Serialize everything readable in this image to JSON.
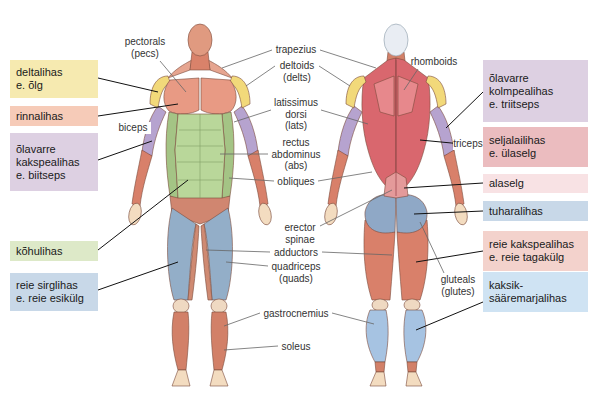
{
  "diagram": {
    "nodes": [
      {
        "text": [
          "deltalihas e. õlg"
        ]
      },
      {
        "text": [
          "rinnalihas"
        ]
      },
      {
        "text": [
          "õlavarre kakspealihas e. biitseps"
        ]
      },
      {
        "text": [
          "kõhulihas"
        ]
      },
      {
        "text": [
          "reie sirglihas e. reie esikülg"
        ]
      },
      {
        "text": [
          "õlavarre kolmpealihas e. triitseps"
        ]
      },
      {
        "text": [
          "seljalailihas e. ülaselg"
        ]
      },
      {
        "text": [
          "alaselg"
        ]
      },
      {
        "text": [
          "tuharalihas"
        ]
      },
      {
        "text": [
          "reie kakspealihas e. reie tagakülg"
        ]
      },
      {
        "text": [
          "kaksik- sääremarjalihas"
        ]
      }
    ],
    "labels": [
      "pectorals (pecs)",
      "biceps",
      "trapezius",
      "deltoids (delts)",
      "latissimus dorsi (lats)",
      "rectus abdominus (abs)",
      "obliques",
      "erector spinae",
      "adductors",
      "quadriceps (quads)",
      "gastrocnemius",
      "soleus",
      "rhomboids",
      "triceps",
      "gluteals (glutes)"
    ]
  }
}
